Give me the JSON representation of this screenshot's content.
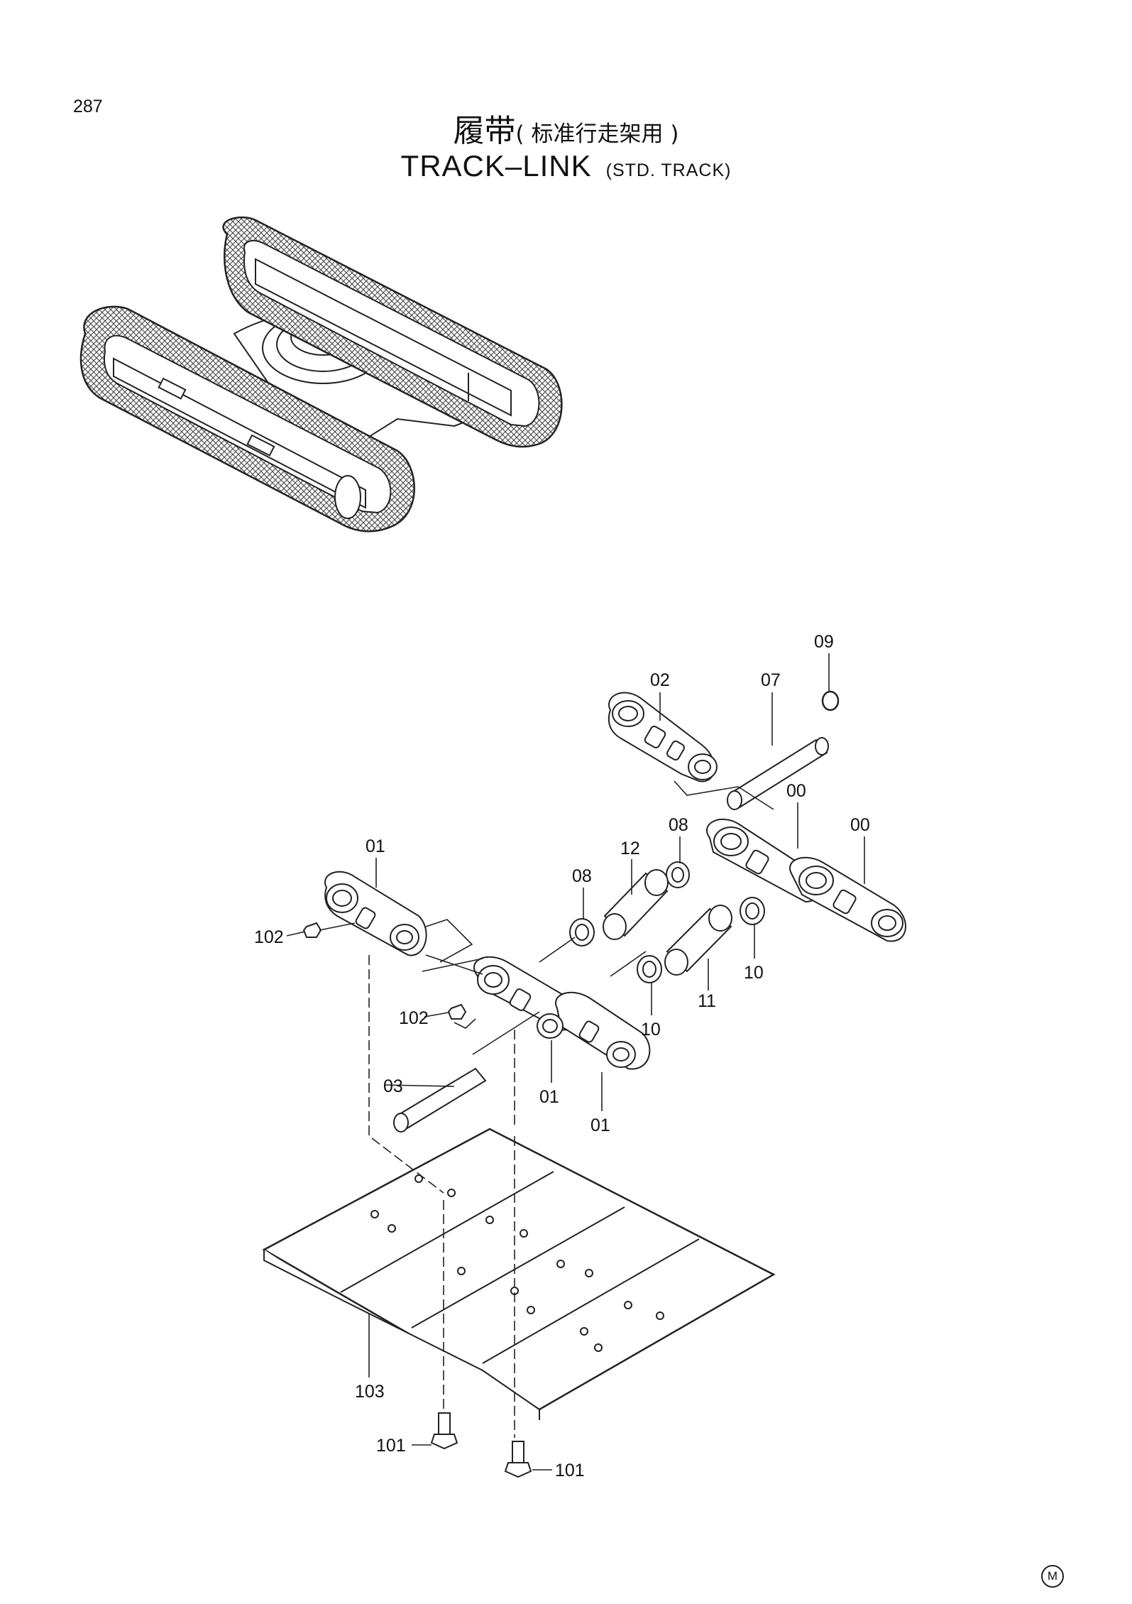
{
  "page_number": "287",
  "title_cn_main": "履带",
  "title_cn_sub": "( 标准行走架用 )",
  "title_en_main": "TRACK–LINK",
  "title_en_sub": "(STD. TRACK)",
  "callouts": {
    "c09": "09",
    "c02": "02",
    "c07": "07",
    "c00a": "00",
    "c00b": "00",
    "c08a": "08",
    "c12": "12",
    "c08b": "08",
    "c01a": "01",
    "c102a": "102",
    "c102b": "102",
    "c10a": "10",
    "c11": "11",
    "c10b": "10",
    "c03": "03",
    "c01b": "01",
    "c01c": "01",
    "c103": "103",
    "c101a": "101",
    "c101b": "101"
  },
  "mark": "M"
}
